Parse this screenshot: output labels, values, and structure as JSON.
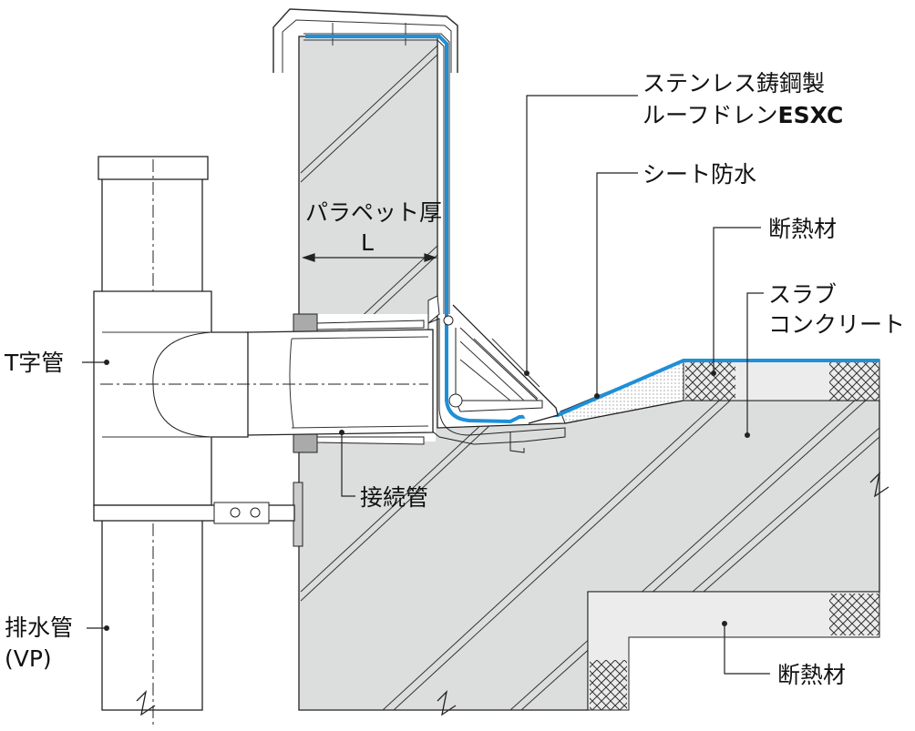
{
  "labels": {
    "drain_line1": "ステンレス鋳鋼製",
    "drain_line2": "ルーフドレン",
    "drain_model": "ESXC",
    "sheet": "シート防水",
    "insulation_top": "断熱材",
    "slab_line1": "スラブ",
    "slab_line2": "コンクリート",
    "parapet": "パラペット厚",
    "dimension": "L",
    "tee": "T字管",
    "connector": "接続管",
    "drainpipe": "排水管",
    "drainpipe_type": "(VP)",
    "insulation_bottom": "断熱材"
  },
  "colors": {
    "concrete": "#dcdddd",
    "waterproof": "#1e8fd8",
    "line": "#222222"
  }
}
